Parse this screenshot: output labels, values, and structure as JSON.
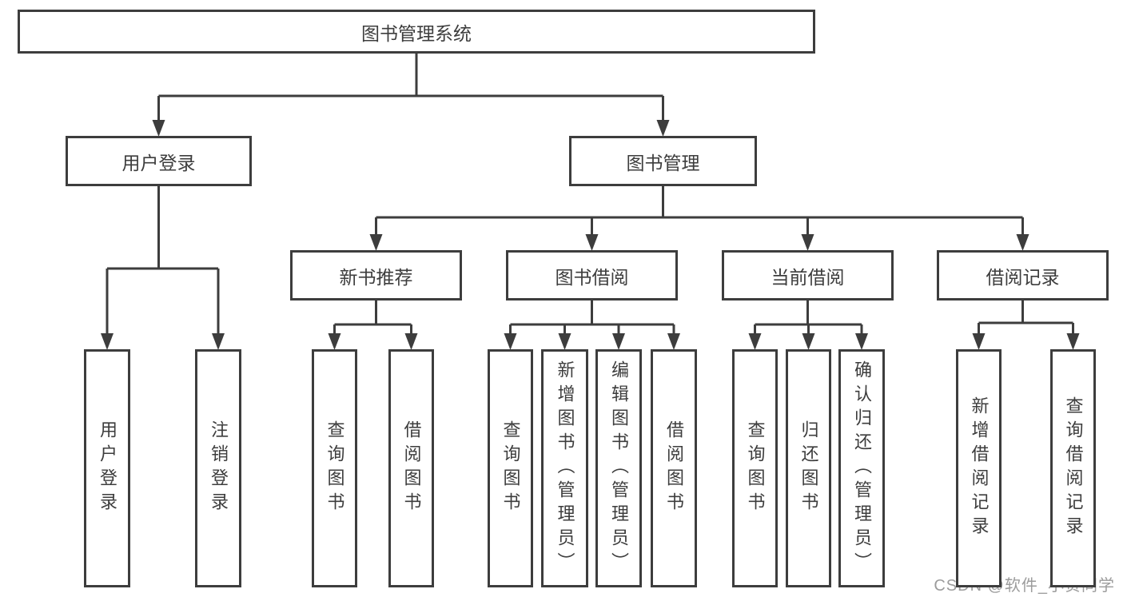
{
  "page": {
    "background": "#ffffff",
    "line_color": "#3d3d3d",
    "text_color": "#3d3d3d"
  },
  "diagram": {
    "title": "图书管理系统",
    "nodes": [
      {
        "id": "root",
        "label": "图书管理系统",
        "orientation": "horizontal"
      },
      {
        "id": "user-login",
        "label": "用户登录",
        "orientation": "horizontal"
      },
      {
        "id": "book-management",
        "label": "图书管理",
        "orientation": "horizontal"
      },
      {
        "id": "new-book-recommend",
        "label": "新书推荐",
        "orientation": "horizontal"
      },
      {
        "id": "book-borrowing",
        "label": "图书借阅",
        "orientation": "horizontal"
      },
      {
        "id": "current-borrowing",
        "label": "当前借阅",
        "orientation": "horizontal"
      },
      {
        "id": "borrowing-records",
        "label": "借阅记录",
        "orientation": "horizontal"
      },
      {
        "id": "do-user-login",
        "label": "用户登录",
        "orientation": "vertical"
      },
      {
        "id": "do-logout",
        "label": "注销登录",
        "orientation": "vertical"
      },
      {
        "id": "nb-query-books",
        "label": "查询图书",
        "orientation": "vertical"
      },
      {
        "id": "nb-borrow-books",
        "label": "借阅图书",
        "orientation": "vertical"
      },
      {
        "id": "bb-query-books",
        "label": "查询图书",
        "orientation": "vertical"
      },
      {
        "id": "bb-add-books-admin",
        "label": "新增图书（管理员）",
        "orientation": "vertical"
      },
      {
        "id": "bb-edit-books-admin",
        "label": "编辑图书（管理员）",
        "orientation": "vertical"
      },
      {
        "id": "bb-borrow-books",
        "label": "借阅图书",
        "orientation": "vertical"
      },
      {
        "id": "cb-query-books",
        "label": "查询图书",
        "orientation": "vertical"
      },
      {
        "id": "cb-return-books",
        "label": "归还图书",
        "orientation": "vertical"
      },
      {
        "id": "cb-confirm-return-admin",
        "label": "确认归还（管理员）",
        "orientation": "vertical"
      },
      {
        "id": "br-add-record",
        "label": "新增借阅记录",
        "orientation": "vertical"
      },
      {
        "id": "br-query-record",
        "label": "查询借阅记录",
        "orientation": "vertical"
      }
    ],
    "edges": [
      {
        "parent": "root",
        "children": [
          "user-login",
          "book-management"
        ]
      },
      {
        "parent": "user-login",
        "children": [
          "do-user-login",
          "do-logout"
        ]
      },
      {
        "parent": "book-management",
        "children": [
          "new-book-recommend",
          "book-borrowing",
          "current-borrowing",
          "borrowing-records"
        ]
      },
      {
        "parent": "new-book-recommend",
        "children": [
          "nb-query-books",
          "nb-borrow-books"
        ]
      },
      {
        "parent": "book-borrowing",
        "children": [
          "bb-query-books",
          "bb-add-books-admin",
          "bb-edit-books-admin",
          "bb-borrow-books"
        ]
      },
      {
        "parent": "current-borrowing",
        "children": [
          "cb-query-books",
          "cb-return-books",
          "cb-confirm-return-admin"
        ]
      },
      {
        "parent": "borrowing-records",
        "children": [
          "br-add-record",
          "br-query-record"
        ]
      }
    ]
  },
  "watermark": {
    "text": "CSDN @软件_小贺同学",
    "color": "#9c9c9c"
  }
}
